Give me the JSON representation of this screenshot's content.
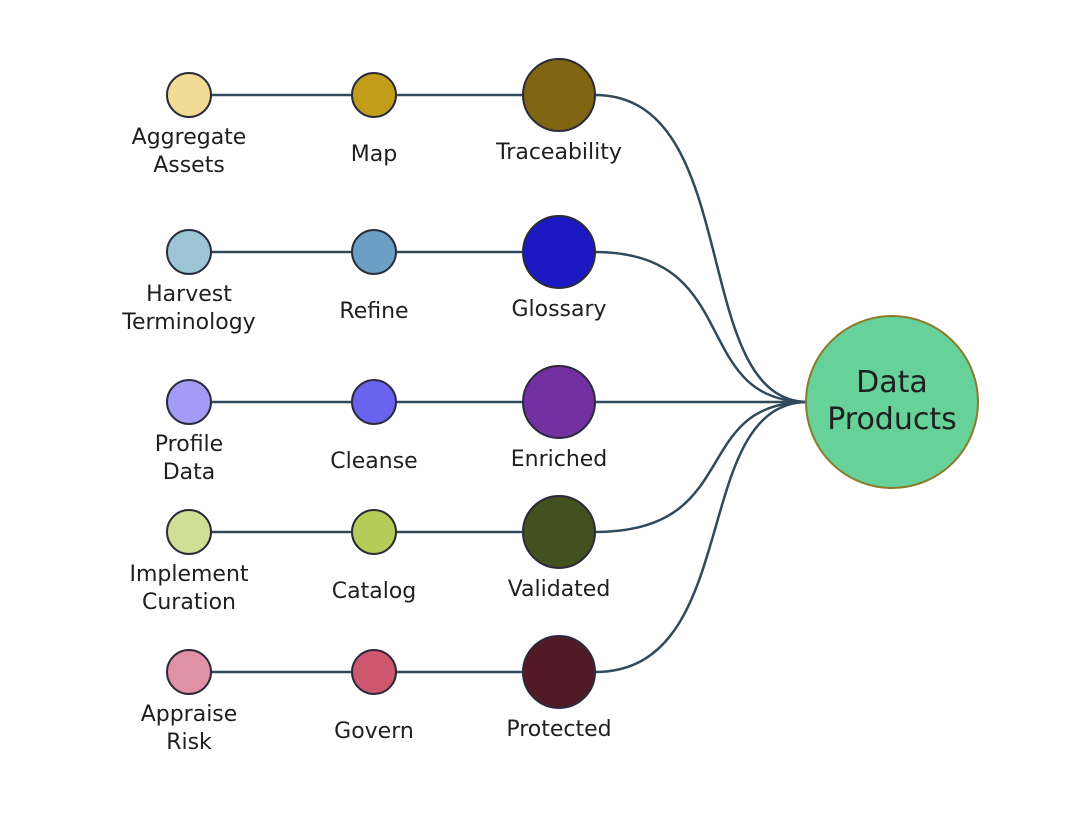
{
  "rows": [
    {
      "source": {
        "label_lines": [
          "Aggregate",
          "Assets"
        ],
        "color": "#f2dc95"
      },
      "middle": {
        "label": "Map",
        "color": "#c29c1b"
      },
      "outcome": {
        "label": "Traceability",
        "color": "#7f6412"
      }
    },
    {
      "source": {
        "label_lines": [
          "Harvest",
          "Terminology"
        ],
        "color": "#9dc3d6"
      },
      "middle": {
        "label": "Refine",
        "color": "#6a9fc6"
      },
      "outcome": {
        "label": "Glossary",
        "color": "#1c19c3"
      }
    },
    {
      "source": {
        "label_lines": [
          "Profile",
          "Data"
        ],
        "color": "#a39bf6"
      },
      "middle": {
        "label": "Cleanse",
        "color": "#6a63ef"
      },
      "outcome": {
        "label": "Enriched",
        "color": "#7230a3"
      }
    },
    {
      "source": {
        "label_lines": [
          "Implement",
          "Curation"
        ],
        "color": "#d1df96"
      },
      "middle": {
        "label": "Catalog",
        "color": "#b6cc59"
      },
      "outcome": {
        "label": "Validated",
        "color": "#41511f"
      }
    },
    {
      "source": {
        "label_lines": [
          "Appraise",
          "Risk"
        ],
        "color": "#e191a4"
      },
      "middle": {
        "label": "Govern",
        "color": "#cf566f"
      },
      "outcome": {
        "label": "Protected",
        "color": "#521a26"
      }
    }
  ],
  "hub": {
    "label_lines": [
      "Data",
      "Products"
    ],
    "color": "#66d299",
    "border": "#8a7a2a"
  },
  "colors": {
    "connector": "#2f4a5a",
    "node_border": "#2a2a3a"
  }
}
